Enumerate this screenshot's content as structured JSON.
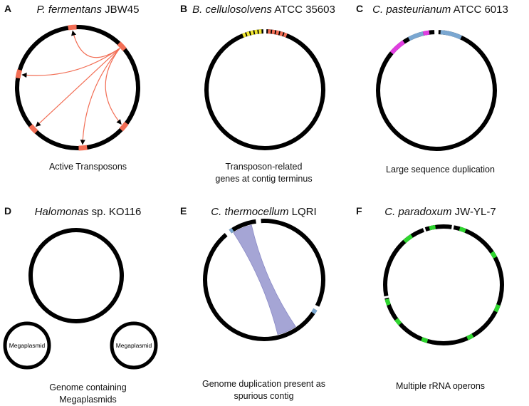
{
  "panels": [
    {
      "label": "A",
      "species": "P. fermentans",
      "strain": "JBW45",
      "caption": "Active Transposons"
    },
    {
      "label": "B",
      "species": "B. cellulosolvens",
      "strain": "ATCC 35603",
      "caption": "Transposon-related genes at contig terminus"
    },
    {
      "label": "C",
      "species": "C. pasteurianum",
      "strain": "ATCC 6013",
      "caption": "Large sequence duplication"
    },
    {
      "label": "D",
      "species": "Halomonas",
      "strain": "sp. KO116",
      "caption": "Genome containing Megaplasmids",
      "plasmid_label": "Megaplasmid"
    },
    {
      "label": "E",
      "species": "C. thermocellum",
      "strain": "LQRI",
      "caption": "Genome duplication present as spurious contig"
    },
    {
      "label": "F",
      "species": "C. paradoxum",
      "strain": "JW-YL-7",
      "caption": "Multiple rRNA operons"
    }
  ],
  "colors": {
    "genome": "#000000",
    "transposon": "#f26e55",
    "terminus_yellow": "#f0e631",
    "duplication_magenta": "#e03ee0",
    "duplication_blue": "#7aa7d1",
    "spurious_purple": "#9c9cd1",
    "rrna_green": "#2ed62e"
  }
}
